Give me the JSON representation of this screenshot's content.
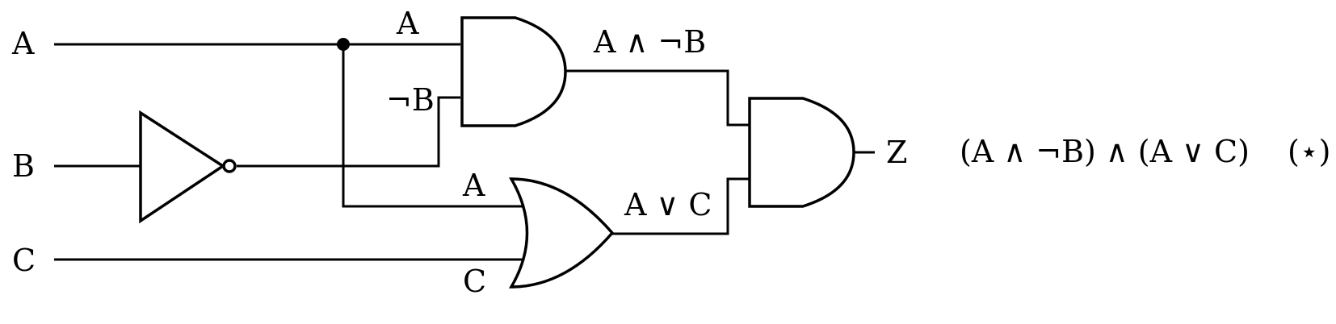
{
  "inputs": {
    "a": "A",
    "b": "B",
    "c": "C"
  },
  "wire_labels": {
    "and1_in_a": "A",
    "and1_in_notb": "¬B",
    "or_in_a": "A",
    "or_in_c": "C",
    "and1_out": "A ∧ ¬B",
    "or_out": "A ∨ C"
  },
  "output": "Z",
  "expression": "(A ∧ ¬B) ∧ (A ∨ C)",
  "equation_tag": "(⋆)"
}
